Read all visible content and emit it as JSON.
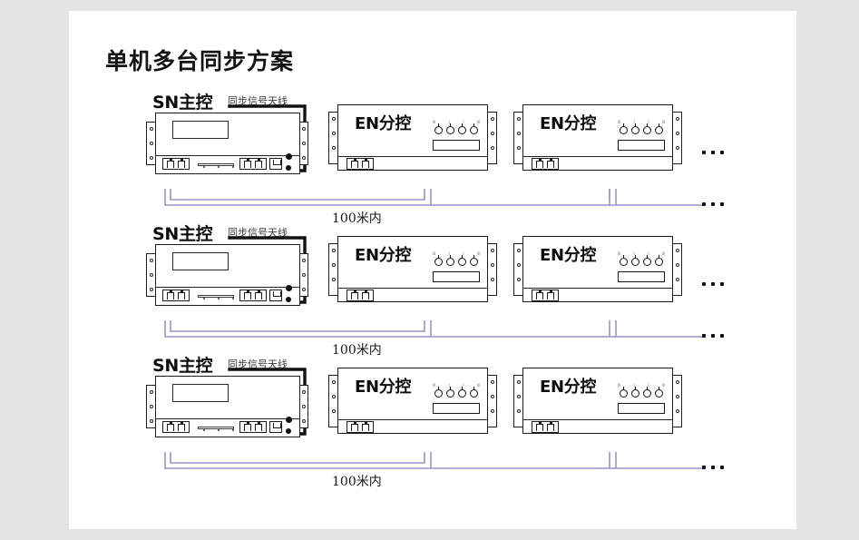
{
  "page": {
    "title": "单机多台同步方案",
    "background_color": "#e4e4e4",
    "card_color": "#ffffff",
    "wire_color": "#9a93c9",
    "ink_color": "#111111"
  },
  "legend": {
    "master_label": "SN主控",
    "antenna_label": "同步信号天线",
    "slave_label": "EN分控",
    "distance_label": "100米内",
    "continuation": "…"
  },
  "rows": [
    {
      "id": "row-1",
      "master": {
        "name": "SN主控",
        "antenna": "同步信号天线"
      },
      "slaves": [
        {
          "name": "EN分控",
          "knobs": 4
        },
        {
          "name": "EN分控",
          "knobs": 4
        }
      ],
      "distance": "100米内",
      "more_top": "…",
      "more_bottom": "…"
    },
    {
      "id": "row-2",
      "master": {
        "name": "SN主控",
        "antenna": "同步信号天线"
      },
      "slaves": [
        {
          "name": "EN分控",
          "knobs": 4
        },
        {
          "name": "EN分控",
          "knobs": 4
        }
      ],
      "distance": "100米内",
      "more_top": "…",
      "more_bottom": "…"
    },
    {
      "id": "row-3",
      "master": {
        "name": "SN主控",
        "antenna": "同步信号天线"
      },
      "slaves": [
        {
          "name": "EN分控",
          "knobs": 4
        },
        {
          "name": "EN分控",
          "knobs": 4
        }
      ],
      "distance": "100米内",
      "more_top": "",
      "more_bottom": "…"
    }
  ]
}
